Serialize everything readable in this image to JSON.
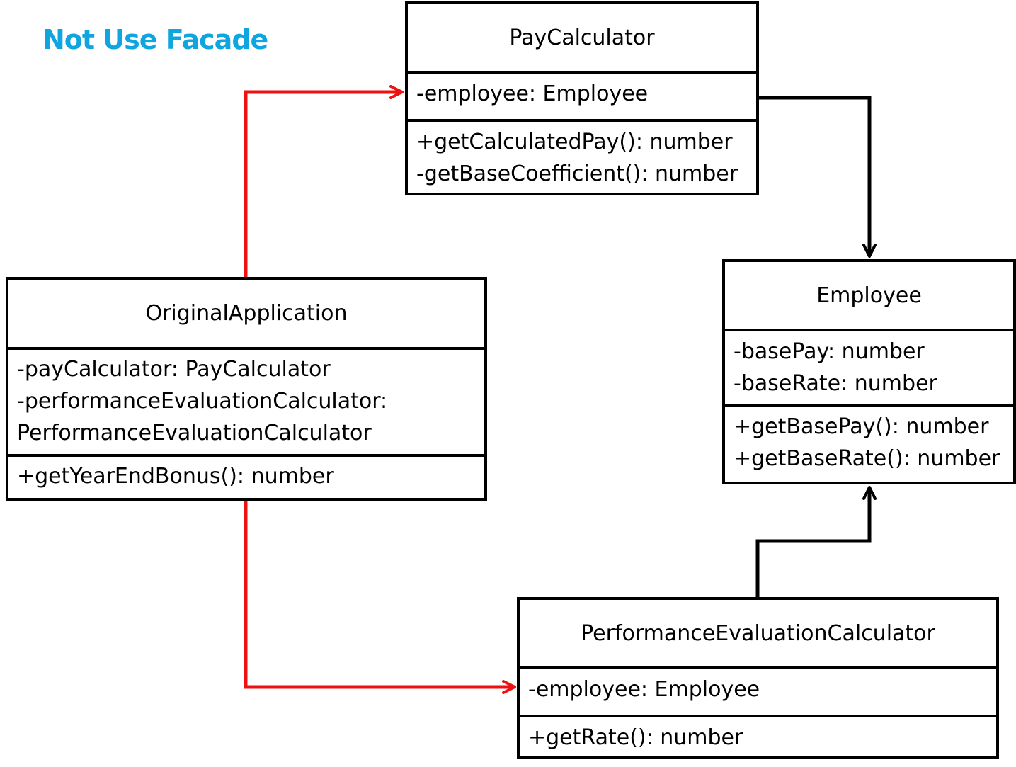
{
  "title": "Not Use Facade",
  "colors": {
    "title": "#0fa5e0",
    "direct_dependency": "#ee1111",
    "association": "#000000"
  },
  "classes": {
    "pay_calculator": {
      "name": "PayCalculator",
      "attributes": [
        "-employee: Employee"
      ],
      "operations": [
        "+getCalculatedPay(): number",
        "-getBaseCoefficient(): number"
      ]
    },
    "original_application": {
      "name": "OriginalApplication",
      "attributes": [
        "-payCalculator: PayCalculator",
        "-performanceEvaluationCalculator:",
        "PerformanceEvaluationCalculator"
      ],
      "operations": [
        "+getYearEndBonus(): number"
      ]
    },
    "employee": {
      "name": "Employee",
      "attributes": [
        "-basePay: number",
        "-baseRate: number"
      ],
      "operations": [
        "+getBasePay(): number",
        "+getBaseRate(): number"
      ]
    },
    "performance_evaluation_calculator": {
      "name": "PerformanceEvaluationCalculator",
      "attributes": [
        "-employee: Employee"
      ],
      "operations": [
        "+getRate(): number"
      ]
    }
  },
  "relations": [
    {
      "from": "original_application",
      "to": "pay_calculator",
      "style": "direct_dependency"
    },
    {
      "from": "original_application",
      "to": "performance_evaluation_calculator",
      "style": "direct_dependency"
    },
    {
      "from": "pay_calculator",
      "to": "employee",
      "style": "association"
    },
    {
      "from": "performance_evaluation_calculator",
      "to": "employee",
      "style": "association"
    }
  ]
}
